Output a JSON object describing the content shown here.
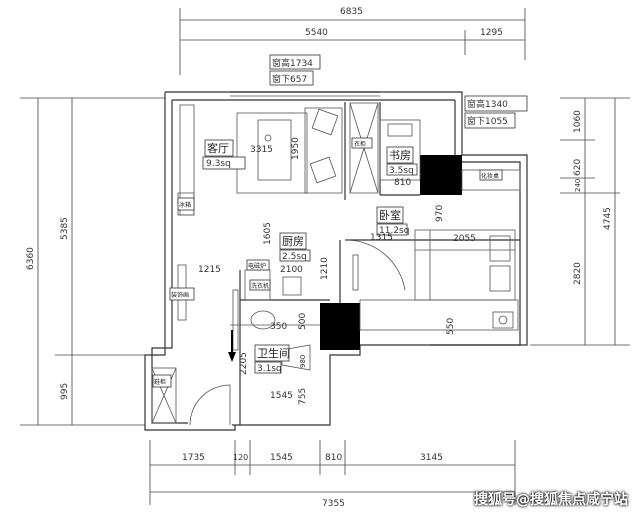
{
  "dimensions": {
    "top_total": "6835",
    "top_left": "5540",
    "top_right": "1295",
    "left_total": "6360",
    "left_upper": "5385",
    "left_lower": "995",
    "right_1": "1060",
    "right_2": "620",
    "right_3": "240",
    "right_total": "4745",
    "right_lower": "2820",
    "bottom_1": "1735",
    "bottom_2": "120",
    "bottom_3": "1545",
    "bottom_4": "810",
    "bottom_5": "3145",
    "bottom_total": "7355",
    "inner": [
      "3315",
      "1950",
      "810",
      "1605",
      "970",
      "1315",
      "2055",
      "1215",
      "2100",
      "1210",
      "350",
      "500",
      "550",
      "2205",
      "980",
      "1545",
      "755"
    ]
  },
  "windows": {
    "living_height": "窗高1734",
    "living_sill": "窗下657",
    "study_height": "窗高1340",
    "study_sill": "窗下1055"
  },
  "rooms": {
    "living": {
      "name": "客厅",
      "area": "9.3sq"
    },
    "study": {
      "name": "书房",
      "area": "3.5sq"
    },
    "bedroom": {
      "name": "卧室",
      "area": "11.2sq"
    },
    "kitchen": {
      "name": "厨房",
      "area": "2.5sq"
    },
    "bathroom": {
      "name": "卫生间",
      "area": "3.1sq"
    }
  },
  "furniture": {
    "wardrobe": "衣柜",
    "fridge": "冰箱",
    "dresser": "化妆桌",
    "stove": "电磁炉",
    "washer": "洗衣机",
    "painting": "装饰画",
    "shoe": "鞋柜"
  },
  "watermark": "搜狐号@搜狐焦点咸宁站"
}
